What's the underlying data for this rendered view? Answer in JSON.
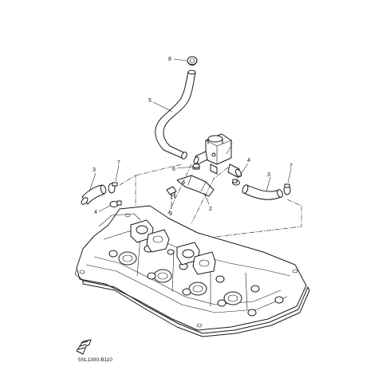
{
  "diagram_code": "5SL1300-B110",
  "callouts": {
    "c1": "1",
    "c2": "2",
    "c3a": "3",
    "c3b": "3",
    "c4a": "4",
    "c4b": "4",
    "c5": "5",
    "c6": "6",
    "c7a": "7",
    "c7b": "7",
    "c8": "8",
    "c9": "9"
  }
}
